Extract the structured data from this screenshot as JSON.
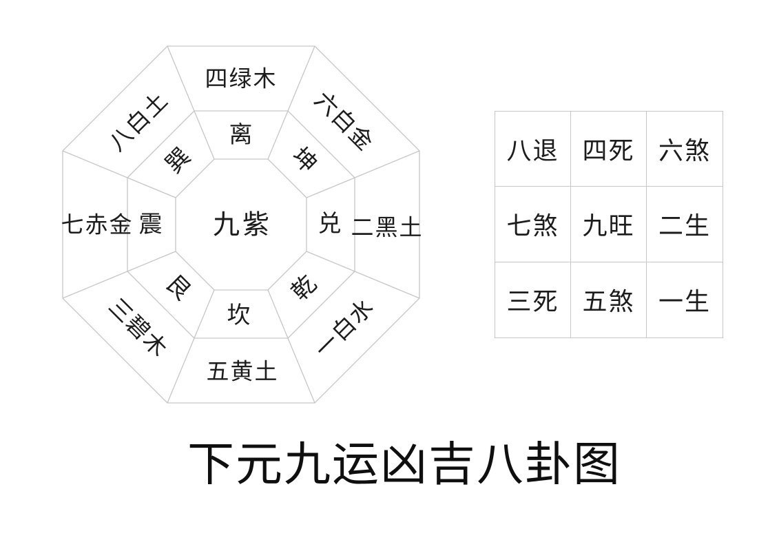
{
  "title": "下元九运凶吉八卦图",
  "octagon": {
    "center": "九紫",
    "inner_ring": {
      "top": "离",
      "top_right": "坤",
      "right": "兑",
      "bottom_right": "乾",
      "bottom": "坎",
      "bottom_left": "艮",
      "left": "震",
      "top_left": "巽"
    },
    "outer_ring": {
      "top": "四绿木",
      "top_right": "六白金",
      "right": "二黑土",
      "bottom_right": "一白水",
      "bottom": "五黄土",
      "bottom_left": "三碧木",
      "left": "七赤金",
      "top_left": "八白土"
    }
  },
  "fortune_grid": {
    "rows": [
      [
        "八退",
        "四死",
        "六煞"
      ],
      [
        "七煞",
        "九旺",
        "二生"
      ],
      [
        "三死",
        "五煞",
        "一生"
      ]
    ]
  },
  "colors": {
    "line": "#c6c6c6",
    "text": "#1c1c1c",
    "title_text": "#0f0f0f",
    "background": "#ffffff"
  }
}
